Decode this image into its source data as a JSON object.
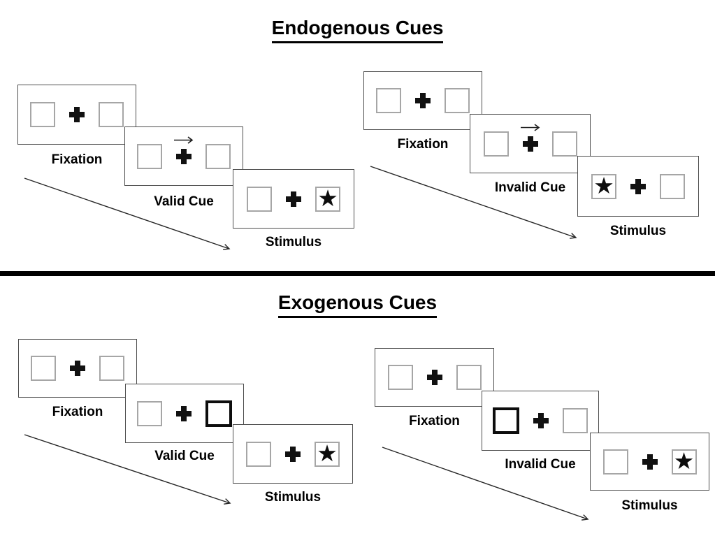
{
  "sections": [
    {
      "id": "endogenous",
      "title": "Endogenous Cues",
      "sequences": [
        {
          "id": "valid",
          "panels": [
            {
              "label": "Fixation",
              "left_box": "empty",
              "center": "fixation-cross",
              "right_box": "empty"
            },
            {
              "label": "Valid Cue",
              "left_box": "empty",
              "center": "fixation-cross-with-right-arrow",
              "right_box": "empty"
            },
            {
              "label": "Stimulus",
              "left_box": "empty",
              "center": "fixation-cross",
              "right_box": "star"
            }
          ]
        },
        {
          "id": "invalid",
          "panels": [
            {
              "label": "Fixation",
              "left_box": "empty",
              "center": "fixation-cross",
              "right_box": "empty"
            },
            {
              "label": "Invalid Cue",
              "left_box": "empty",
              "center": "fixation-cross-with-right-arrow",
              "right_box": "empty"
            },
            {
              "label": "Stimulus",
              "left_box": "star",
              "center": "fixation-cross",
              "right_box": "empty"
            }
          ]
        }
      ]
    },
    {
      "id": "exogenous",
      "title": "Exogenous Cues",
      "sequences": [
        {
          "id": "valid",
          "panels": [
            {
              "label": "Fixation",
              "left_box": "empty",
              "center": "fixation-cross",
              "right_box": "empty"
            },
            {
              "label": "Valid Cue",
              "left_box": "empty",
              "center": "fixation-cross",
              "right_box": "thick-outline"
            },
            {
              "label": "Stimulus",
              "left_box": "empty",
              "center": "fixation-cross",
              "right_box": "star"
            }
          ]
        },
        {
          "id": "invalid",
          "panels": [
            {
              "label": "Fixation",
              "left_box": "empty",
              "center": "fixation-cross",
              "right_box": "empty"
            },
            {
              "label": "Invalid Cue",
              "left_box": "thick-outline",
              "center": "fixation-cross",
              "right_box": "empty"
            },
            {
              "label": "Stimulus",
              "left_box": "empty",
              "center": "fixation-cross",
              "right_box": "star"
            }
          ]
        }
      ]
    }
  ],
  "symbols": {
    "star": "★"
  },
  "colors": {
    "background": "#ffffff",
    "text": "#000000",
    "divider": "#000000",
    "panel_border": "#4d4d4d",
    "box_border": "#a6a6a6",
    "cued_box_border": "#0d0d0d",
    "star_fill": "#0d0d0d"
  }
}
